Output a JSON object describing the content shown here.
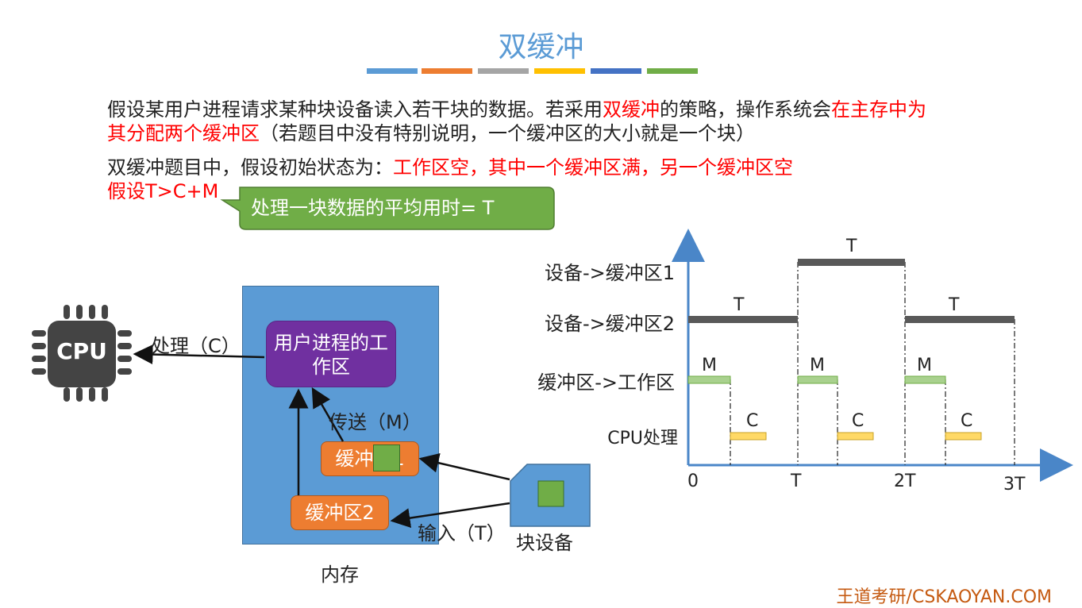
{
  "slide": {
    "title": "双缓冲",
    "deco_colors": [
      "#5b9bd5",
      "#ed7d31",
      "#a5a5a5",
      "#ffc000",
      "#4472c4",
      "#70ad47"
    ],
    "para1_a": "假设某用户进程请求某种块设备读入若干块的数据。若采用",
    "para1_b": "双缓冲",
    "para1_c": "的策略，操作系统会",
    "para1_d": "在主存中为",
    "para2_a": "其分配两个缓冲区",
    "para2_b": "（若题目中没有特别说明，一个缓冲区的大小就是一个块）",
    "para3_a": "双缓冲题目中，假设初始状态为：",
    "para3_b": "工作区空，其中一个缓冲区满，另一个缓冲区空",
    "para4": "假设T>C+M",
    "callout": "处理一块数据的平均用时= T",
    "footer": "王道考研/CSKAOYAN.COM"
  },
  "diagram": {
    "cpu_label": "CPU",
    "process_label": "处理（C）",
    "user_process": "用户进程的工作区",
    "transfer_label": "传送（M）",
    "buffer1": "缓冲区1",
    "buffer2": "缓冲区2",
    "input_label": "输入（T）",
    "block_device": "块设备",
    "memory": "内存"
  },
  "timeline": {
    "lanes": [
      "设备->缓冲区1",
      "设备->缓冲区2",
      "缓冲区->工作区",
      "CPU处理"
    ],
    "x_ticks": [
      "0",
      "T",
      "2T",
      "3T"
    ],
    "bar_labels": {
      "t1": "T",
      "t2a": "T",
      "t2b": "T",
      "m1": "M",
      "m2": "M",
      "m3": "M",
      "c1": "C",
      "c2": "C",
      "c3": "C"
    },
    "colors": {
      "device": "#595959",
      "transfer": "#a9d18e",
      "cpu": "#ffd966",
      "axis": "#4a86c8"
    }
  }
}
